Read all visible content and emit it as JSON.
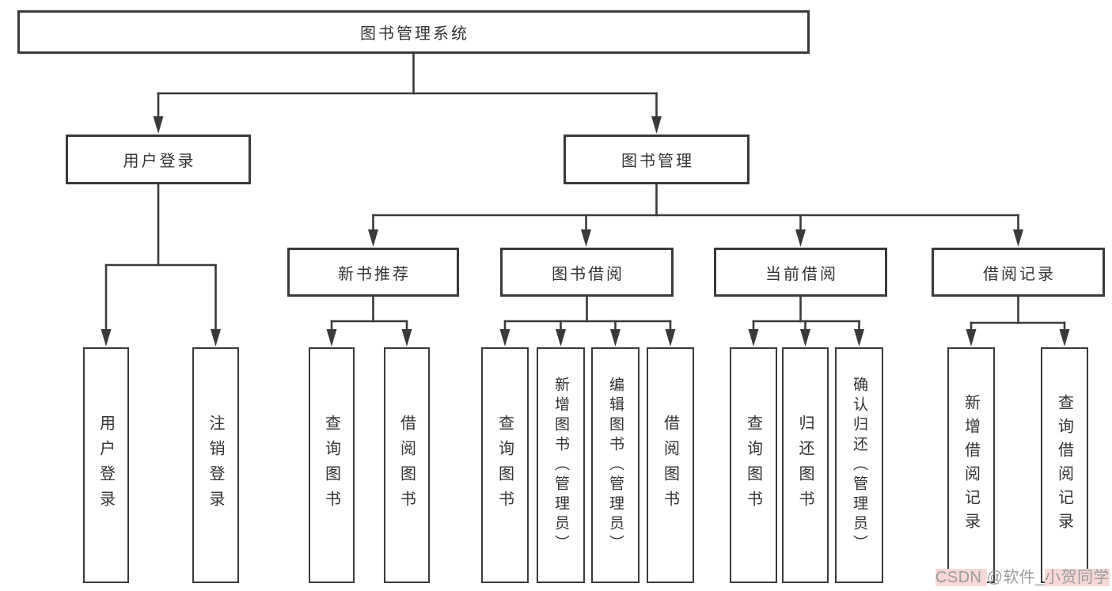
{
  "diagram": {
    "tree": {
      "root": {
        "label": "图书管理系统"
      },
      "branches": [
        {
          "label": "用户登录",
          "children": [
            {
              "label": "用户登录"
            },
            {
              "label": "注销登录"
            }
          ]
        },
        {
          "label": "图书管理",
          "children": [
            {
              "label": "新书推荐",
              "children": [
                {
                  "label": "查询图书"
                },
                {
                  "label": "借阅图书"
                }
              ]
            },
            {
              "label": "图书借阅",
              "children": [
                {
                  "label": "查询图书"
                },
                {
                  "label": "新增图书（管理员）"
                },
                {
                  "label": "编辑图书（管理员）"
                },
                {
                  "label": "借阅图书"
                }
              ]
            },
            {
              "label": "当前借阅",
              "children": [
                {
                  "label": "查询图书"
                },
                {
                  "label": "归还图书"
                },
                {
                  "label": "确认归还（管理员）"
                }
              ]
            },
            {
              "label": "借阅记录",
              "children": [
                {
                  "label": "新增借阅记录"
                },
                {
                  "label": "查询借阅记录"
                }
              ]
            }
          ]
        }
      ]
    }
  },
  "watermark": {
    "part1": "CSDN ",
    "part2": "@软件_",
    "part3": "小贺同学"
  },
  "colors": {
    "line": "#3a3a3a",
    "box_border": "#3a3a3a",
    "text": "#333333",
    "background": "#ffffff",
    "watermark_text": "#9b9b9b",
    "watermark_highlight": "#f8d7d7"
  }
}
